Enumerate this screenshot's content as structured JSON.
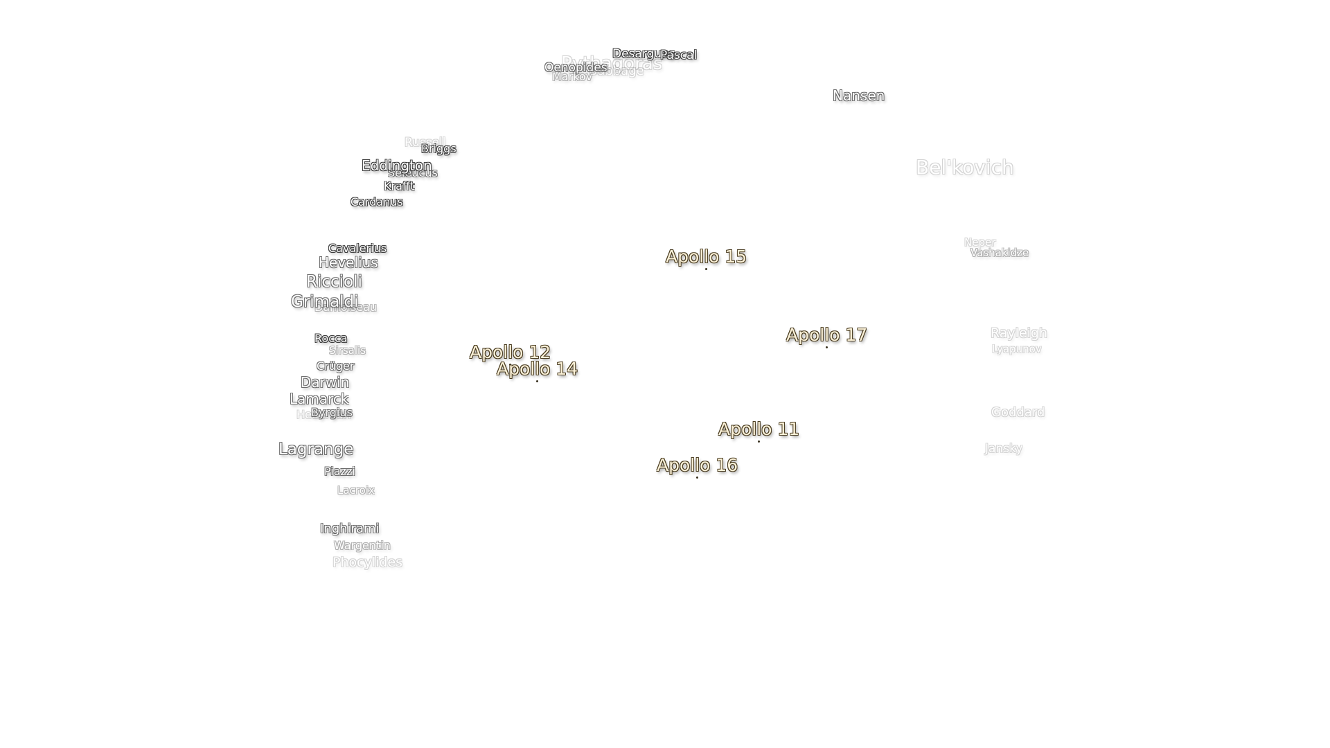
{
  "colors": {
    "background": "#ffffff",
    "crater_fill": "#ffffff",
    "crater_outline": "#3c3c3c",
    "apollo_fill": "#fbf1d8",
    "apollo_outline": "#4a3d22"
  },
  "landing_sites": {
    "apollo_11": "Apollo 11",
    "apollo_12": "Apollo 12",
    "apollo_14": "Apollo 14",
    "apollo_15": "Apollo 15",
    "apollo_16": "Apollo 16",
    "apollo_17": "Apollo 17"
  },
  "craters": {
    "pythagoras": "Pythagoras",
    "desargues": "Desargues",
    "pascal": "Pascal",
    "oenopides": "Oenopides",
    "markov": "Markov",
    "babbage": "Babbage",
    "nansen": "Nansen",
    "russell": "Russell",
    "briggs": "Briggs",
    "eddington": "Eddington",
    "seleucus": "Seleucus",
    "krafft": "Krafft",
    "cardanus": "Cardanus",
    "belkovich": "Bel'kovich",
    "cavalerius": "Cavalerius",
    "hevelius": "Hevelius",
    "riccioli": "Riccioli",
    "grimaldi": "Grimaldi",
    "damoiseau": "Damoiseau",
    "rocca": "Rocca",
    "sirsalis": "Sirsalis",
    "cruger": "Crüger",
    "darwin": "Darwin",
    "lamarck": "Lamarck",
    "byrgius": "Byrgius",
    "hedervari": "Hedervari",
    "lagrange": "Lagrange",
    "piazzi": "Piazzi",
    "lacroix": "Lacroix",
    "inghirami": "Inghirami",
    "wargentin": "Wargentin",
    "phocylides": "Phocylides",
    "neper": "Neper",
    "vashakidze": "Vashakidze",
    "rayleigh": "Rayleigh",
    "lyapunov": "Lyapunov",
    "goddard": "Goddard",
    "jansky": "Jansky"
  }
}
